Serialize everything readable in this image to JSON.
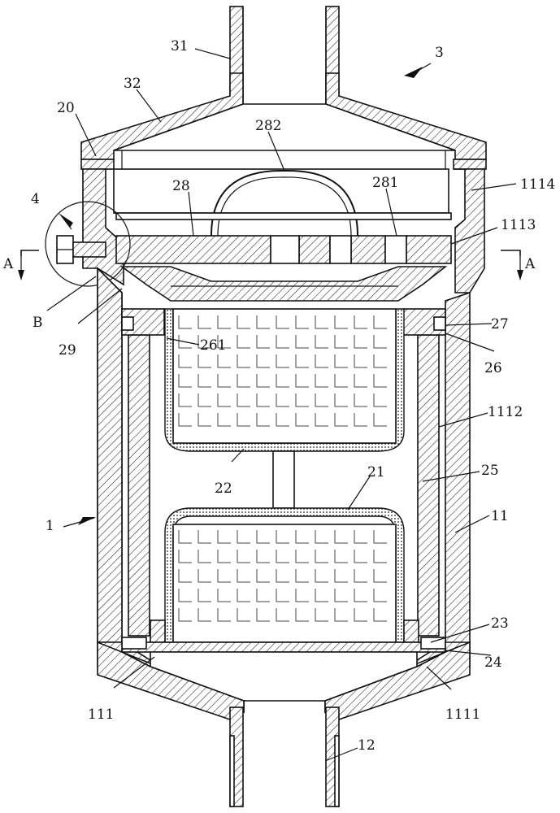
{
  "labels": {
    "l31": "31",
    "l3": "3",
    "l32": "32",
    "l20": "20",
    "l282": "282",
    "l28": "28",
    "l281": "281",
    "l1114": "1114",
    "l4": "4",
    "l1113": "1113",
    "lA_left": "A",
    "lA_right": "A",
    "lB": "B",
    "l29": "29",
    "l27": "27",
    "l261": "261",
    "l26": "26",
    "l1112": "1112",
    "l22": "22",
    "l21": "21",
    "l25": "25",
    "l1": "1",
    "l11": "11",
    "l23": "23",
    "l24": "24",
    "l111": "111",
    "l1111": "1111",
    "l12": "12"
  }
}
